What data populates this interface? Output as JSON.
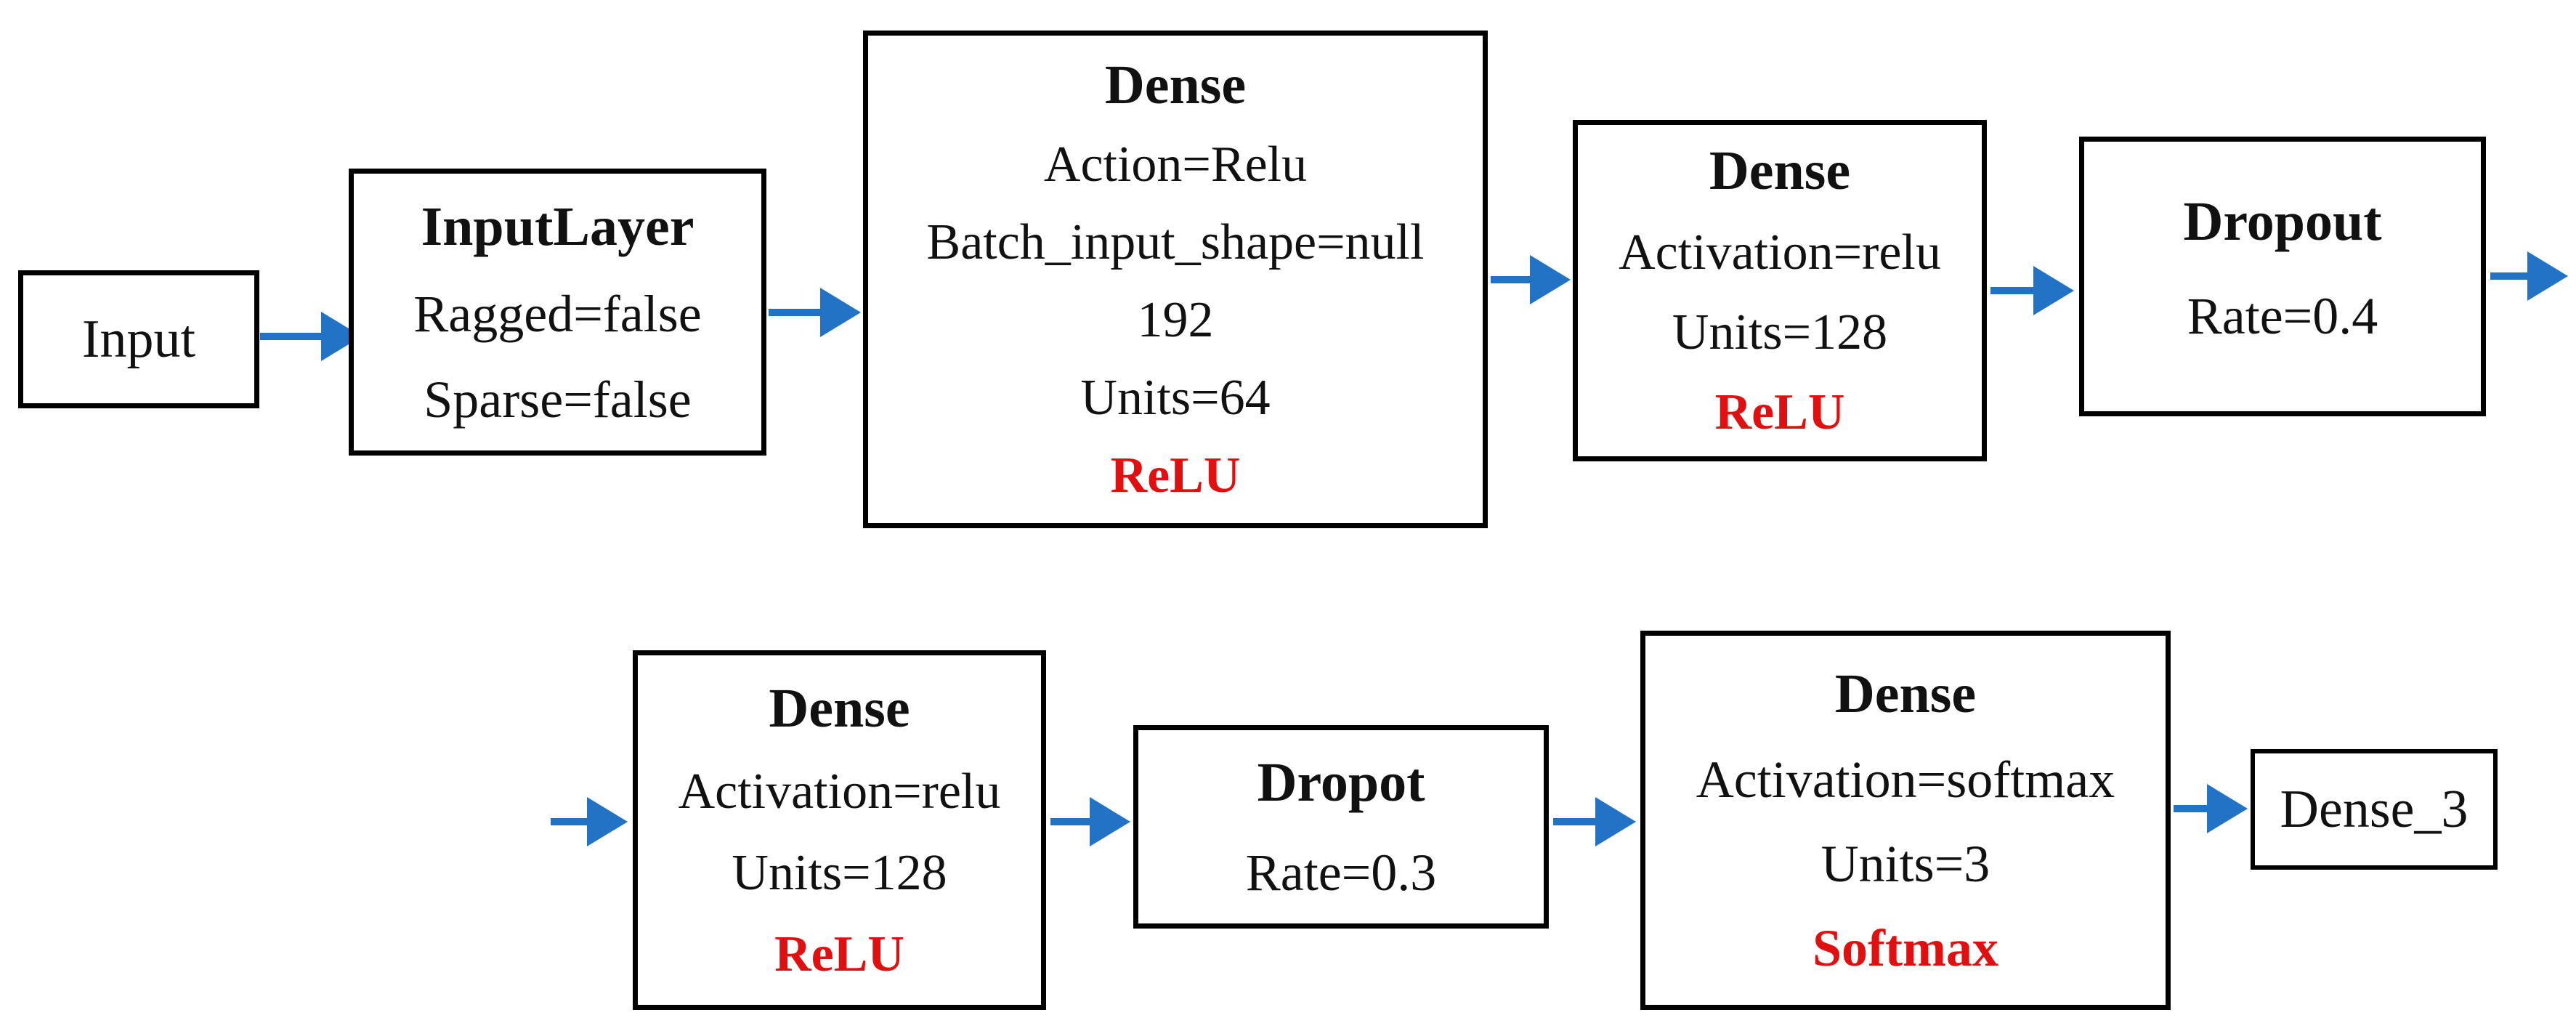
{
  "colors": {
    "arrow_blue": "#2273c6",
    "accent_red": "#e11010",
    "box_border": "#000000"
  },
  "boxes": {
    "input": {
      "label": "Input"
    },
    "input_layer": {
      "title": "InputLayer",
      "ragged": "Ragged=false",
      "sparse": "Sparse=false"
    },
    "dense_1": {
      "title": "Dense",
      "action": "Action=Relu",
      "batch_input_shape": "Batch_input_shape=null",
      "batch_input_shape_value": "192",
      "units": "Units=64",
      "activation_badge": "ReLU"
    },
    "dense_2": {
      "title": "Dense",
      "activation": "Activation=relu",
      "units": "Units=128",
      "activation_badge": "ReLU"
    },
    "dropout_1": {
      "title": "Dropout",
      "rate": "Rate=0.4"
    },
    "dense_3": {
      "title": "Dense",
      "activation": "Activation=relu",
      "units": "Units=128",
      "activation_badge": "ReLU"
    },
    "dropout_2": {
      "title": "Dropot",
      "rate": "Rate=0.3"
    },
    "dense_4": {
      "title": "Dense",
      "activation": "Activation=softmax",
      "units": "Units=3",
      "activation_badge": "Softmax"
    },
    "output": {
      "label": "Dense_3"
    }
  }
}
